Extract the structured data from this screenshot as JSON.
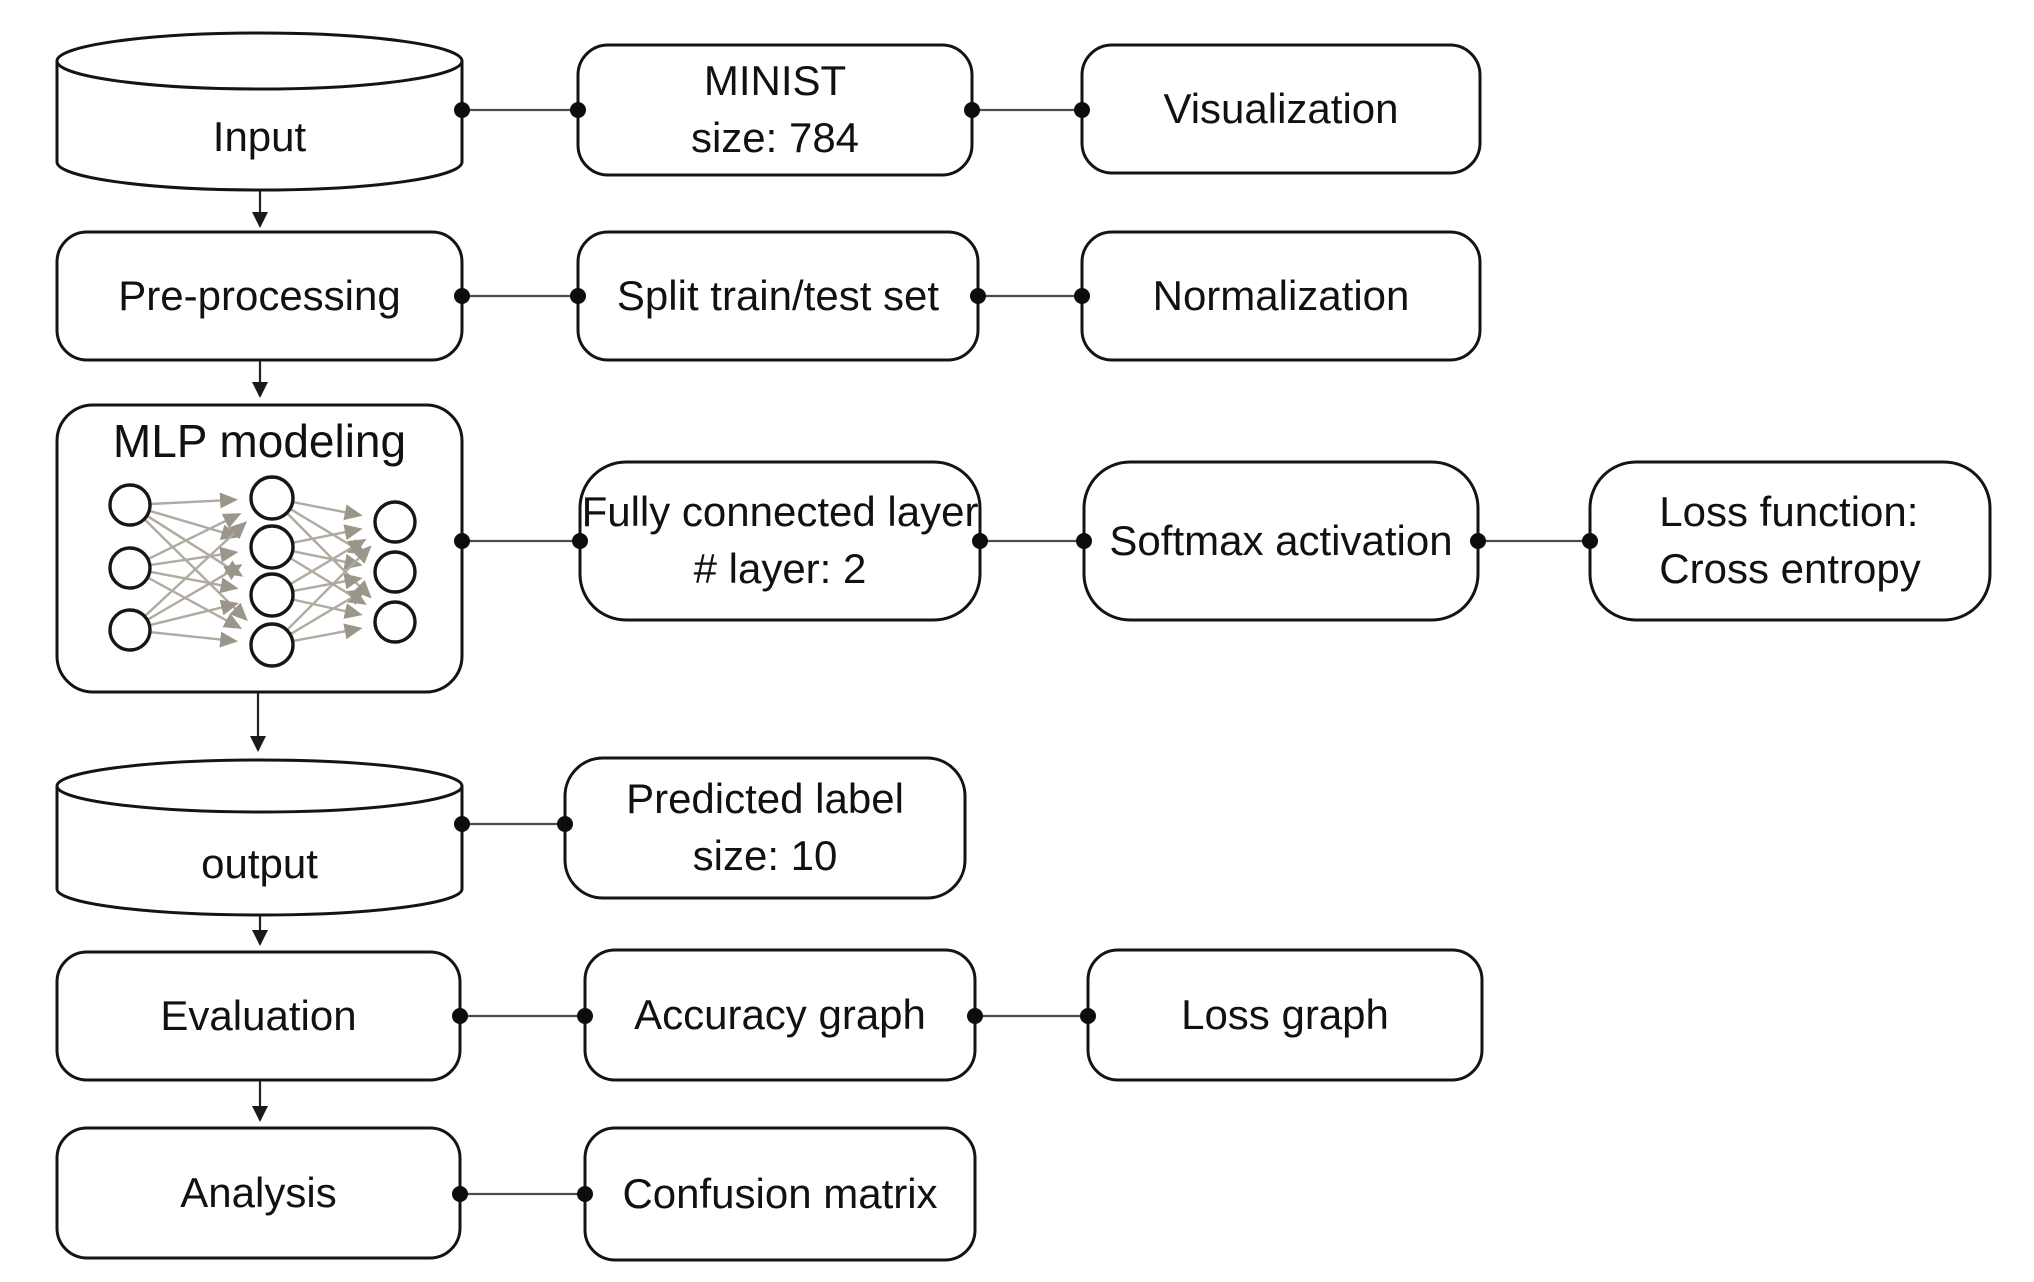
{
  "diagram": {
    "type": "flowchart",
    "background": "#ffffff",
    "nodes": {
      "input": {
        "label": "Input",
        "shape": "cylinder"
      },
      "minist": {
        "label": "MINIST\nsize: 784",
        "shape": "rounded-rect"
      },
      "visualization": {
        "label": "Visualization",
        "shape": "rounded-rect"
      },
      "preprocessing": {
        "label": "Pre-processing",
        "shape": "rounded-rect"
      },
      "split_train_test": {
        "label": "Split train/test set",
        "shape": "rounded-rect"
      },
      "normalization": {
        "label": "Normalization",
        "shape": "rounded-rect"
      },
      "mlp_modeling": {
        "label": "MLP modeling",
        "shape": "rounded-rect",
        "graphic": "neural-network",
        "network_layers": [
          3,
          4,
          3
        ]
      },
      "fully_connected": {
        "label": "Fully connected layer\n# layer: 2",
        "shape": "rounded-rect"
      },
      "softmax": {
        "label": "Softmax activation",
        "shape": "rounded-rect"
      },
      "loss_function": {
        "label": "Loss function:\nCross entropy",
        "shape": "rounded-rect"
      },
      "output": {
        "label": "output",
        "shape": "cylinder"
      },
      "predicted_label": {
        "label": "Predicted label\nsize: 10",
        "shape": "rounded-rect"
      },
      "evaluation": {
        "label": "Evaluation",
        "shape": "rounded-rect"
      },
      "accuracy_graph": {
        "label": "Accuracy graph",
        "shape": "rounded-rect"
      },
      "loss_graph": {
        "label": "Loss graph",
        "shape": "rounded-rect"
      },
      "analysis": {
        "label": "Analysis",
        "shape": "rounded-rect"
      },
      "confusion_matrix": {
        "label": "Confusion matrix",
        "shape": "rounded-rect"
      }
    },
    "edges": [
      {
        "from": "input",
        "to": "minist",
        "type": "dot-link"
      },
      {
        "from": "minist",
        "to": "visualization",
        "type": "dot-link"
      },
      {
        "from": "input",
        "to": "preprocessing",
        "type": "arrow"
      },
      {
        "from": "preprocessing",
        "to": "split_train_test",
        "type": "dot-link"
      },
      {
        "from": "split_train_test",
        "to": "normalization",
        "type": "dot-link"
      },
      {
        "from": "preprocessing",
        "to": "mlp_modeling",
        "type": "arrow"
      },
      {
        "from": "mlp_modeling",
        "to": "fully_connected",
        "type": "dot-link"
      },
      {
        "from": "fully_connected",
        "to": "softmax",
        "type": "dot-link"
      },
      {
        "from": "softmax",
        "to": "loss_function",
        "type": "dot-link"
      },
      {
        "from": "mlp_modeling",
        "to": "output",
        "type": "arrow"
      },
      {
        "from": "output",
        "to": "predicted_label",
        "type": "dot-link"
      },
      {
        "from": "output",
        "to": "evaluation",
        "type": "arrow"
      },
      {
        "from": "evaluation",
        "to": "accuracy_graph",
        "type": "dot-link"
      },
      {
        "from": "accuracy_graph",
        "to": "loss_graph",
        "type": "dot-link"
      },
      {
        "from": "evaluation",
        "to": "analysis",
        "type": "arrow"
      },
      {
        "from": "analysis",
        "to": "confusion_matrix",
        "type": "dot-link"
      }
    ],
    "colors": {
      "box_stroke": "#141414",
      "box_fill": "#ffffff",
      "connector": "#4b4b4b",
      "dot": "#0d0d0d",
      "network_edge": "#b0aaa1",
      "network_arrow": "#9c958a",
      "text": "#111111"
    }
  }
}
